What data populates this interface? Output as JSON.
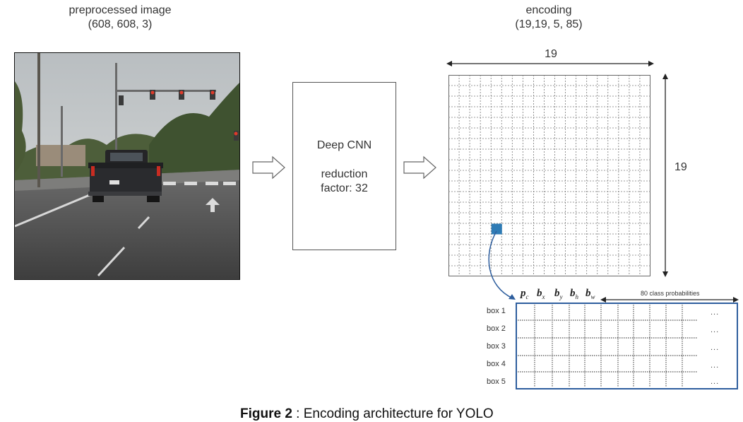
{
  "left_caption": {
    "line1": "preprocessed image",
    "line2": "(608, 608, 3)"
  },
  "right_caption": {
    "line1": "encoding",
    "line2": "(19,19, 5, 85)"
  },
  "cnn": {
    "line1": "Deep CNN",
    "line2": "reduction",
    "line3": "factor: 32"
  },
  "grid": {
    "width_label": "19",
    "height_label": "19",
    "rows": 19,
    "cols": 19,
    "highlight_cell": {
      "row": 14,
      "col": 4
    },
    "highlight_color": "#2e7bb5"
  },
  "anchor_table": {
    "symbols": [
      {
        "base": "p",
        "sub": "c"
      },
      {
        "base": "b",
        "sub": "x"
      },
      {
        "base": "b",
        "sub": "y"
      },
      {
        "base": "b",
        "sub": "h"
      },
      {
        "base": "b",
        "sub": "w"
      }
    ],
    "class_label": "80 class probabilities",
    "rows": [
      "box 1",
      "box 2",
      "box 3",
      "box 4",
      "box 5"
    ],
    "ellipsis": "...",
    "border_color": "#2e5e9e"
  },
  "figure_caption": {
    "label": "Figure 2",
    "text": " : Encoding architecture for YOLO"
  }
}
